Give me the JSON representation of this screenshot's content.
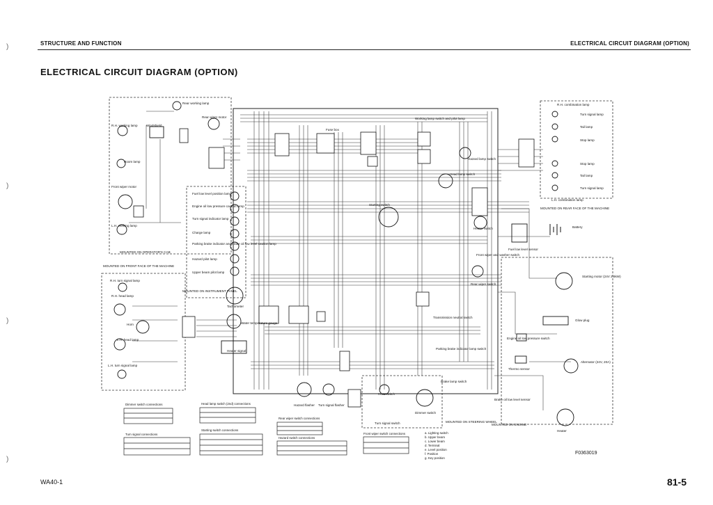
{
  "header": {
    "left": "STRUCTURE AND FUNCTION",
    "right": "ELECTRICAL CIRCUIT DIAGRAM (OPTION)"
  },
  "page_title": "ELECTRICAL  CIRCUIT  DIAGRAM  (OPTION)",
  "footer": {
    "model": "WA40-1",
    "page": "81-5",
    "figure_id": "F0363019"
  },
  "binding_marks": [
    ")",
    ")",
    ")",
    ")"
  ],
  "labels": {
    "rear_working_lamp": "Rear working lamp",
    "rear_wiper_motor": "Rear wiper motor",
    "rh_working_lamp": "R.H. working lamp",
    "windshield": "Windshield",
    "room_lamp": "Room lamp",
    "front_wiper_motor": "Front wiper motor",
    "lh_working_lamp": "L.H. working lamp",
    "mounted_operator_cab": "MOUNTED ON OPERATOR'S CAB",
    "mounted_front_face": "MOUNTED ON FRONT FACE OF THE MACHINE",
    "rh_turn_signal_lamp": "R.H. turn signal lamp",
    "rh_head_lamp": "R.H. head lamp",
    "horn": "Horn",
    "lh_head_lamp": "L.H. head lamp",
    "lh_turn_signal_lamp": "L.H. turn signal lamp",
    "fuel_low_level": "Fuel low level position lamp",
    "engine_oil_low": "Engine oil low pressure caution lamp",
    "turn_signal_indicator": "Turn signal indicator lamp",
    "charge_lamp": "Charge lamp",
    "parking_brake_indicator": "Parking brake indicator and brake oil low level caution lamp",
    "hazard_pilot_lamp": "Hazard pilot lamp",
    "upper_beam_pilot_lamp": "Upper beam pilot lamp",
    "mounted_instrument_panel": "MOUNTED ON INSTRUMENT PANEL",
    "tachometer": "Tachometer",
    "water_temp_gauge": "Water temperature gauge",
    "heater_signal": "Heater signal",
    "fuse_box": "Fuse box",
    "working_lamp_switch": "Working lamp switch and pilot lamp",
    "hazard_lamp_switch": "Hazard lamp switch",
    "head_lamp_switch": "Head lamp switch",
    "starting_switch": "Starting switch",
    "heater_switch": "Heater switch",
    "front_wiper_washer_switch": "Front wiper and washer switch",
    "rear_wiper_switch": "Rear wiper switch",
    "transmission_neutral_switch": "Transmission neutral switch",
    "parking_brake_indicator_switch": "Parking brake indicator lamp switch",
    "brake_lamp_switch": "Brake lamp switch",
    "horn_switch": "Horn switch",
    "dimmer_switch": "Dimmer switch",
    "turn_signal_switch": "Turn signal switch",
    "mounted_steering_wheel": "MOUNTED ON STEERING WHEEL",
    "hazard_flasher": "Hazard flasher",
    "turn_signal_flasher": "Turn signal flasher",
    "rh_combination_lamp": "R.H. combination lamp",
    "turn_signal_lamp": "Turn signal lamp",
    "tail_lamp": "Tail lamp",
    "stop_lamp": "Stop lamp",
    "lh_combination_lamp": "L.H. combination lamp",
    "mounted_rear_face": "MOUNTED ON REAR FACE OF THE MACHINE",
    "battery": "Battery",
    "fuel_level_sensor": "Fuel low level sensor",
    "starting_motor": "Starting motor (24V 2.8kW)",
    "glow_plug": "Glow plug",
    "engine_oil_pressure_switch": "Engine oil low pressure switch",
    "thermo_sensor": "Thermo sensor",
    "alternator": "Alternator (24V, 20A)",
    "brake_oil_sensor": "Brake oil low level sensor",
    "mounted_engine": "MOUNTED ON ENGINE",
    "heater": "Heater"
  },
  "tables": {
    "dimmer": "Dimmer switch connections",
    "head_lamp": "Head lamp switch (2nd) connections",
    "turn_signal": "Turn signal connections",
    "starting": "Starting switch connections",
    "rear_wiper": "Rear wiper switch connections",
    "hazard": "Hazard switch connections",
    "front_wiper": "Front wiper switch connections"
  },
  "legend": [
    "a. Lighting switch",
    "b. Upper beam",
    "c. Lower beam",
    "d. Terminal",
    "e. Level position",
    "f. Position",
    "g. Key position"
  ]
}
